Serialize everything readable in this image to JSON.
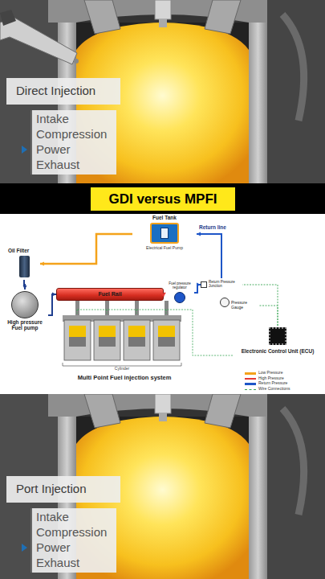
{
  "diagram": {
    "title": "GDI versus MPFI",
    "nodes": [
      {
        "text": [
          "Direct Injection"
        ]
      },
      {
        "text": [
          "Intake",
          "Compression",
          "Power",
          "Exhaust"
        ]
      },
      {
        "text": [
          "Fuel Tank",
          "Electrical Fuel Pump"
        ]
      },
      {
        "text": [
          "Oil Filter"
        ]
      },
      {
        "text": [
          "High pressure Fuel pump"
        ]
      },
      {
        "text": [
          "Fuel Rail"
        ]
      },
      {
        "text": [
          "Fuel pressure regulator"
        ]
      },
      {
        "text": [
          "Return Pressure Junction"
        ]
      },
      {
        "text": [
          "Pressure Gauge"
        ]
      },
      {
        "text": [
          "Electronic Control Unit (ECU)"
        ]
      },
      {
        "text": [
          "Port Injection"
        ]
      },
      {
        "text": [
          "Intake",
          "Compression",
          "Power",
          "Exhaust"
        ]
      }
    ],
    "edges": [
      {
        "from": 2,
        "to": 3,
        "arrow": "to"
      },
      {
        "from": 3,
        "to": 4,
        "arrow": "to"
      },
      {
        "from": 4,
        "to": 5,
        "arrow": "to"
      },
      {
        "from": 5,
        "to": 6,
        "arrow": "to"
      },
      {
        "from": 6,
        "to": 7,
        "arrow": "to"
      },
      {
        "from": 7,
        "to": 2,
        "label": "Return line",
        "arrow": "to"
      },
      {
        "from": 9,
        "to": 8,
        "arrow": "none"
      },
      {
        "from": 9,
        "to": 7,
        "arrow": "none"
      }
    ],
    "labels": [
      "Cylinder",
      "Multi Point Fuel injection system"
    ],
    "legend": [
      {
        "text": "Low Pressure",
        "color": "#f4a21b"
      },
      {
        "text": "High Pressure",
        "color": "#e53935"
      },
      {
        "text": "Return Pressure",
        "color": "#1e56c8"
      },
      {
        "text": "Wire Connections"
      }
    ]
  }
}
